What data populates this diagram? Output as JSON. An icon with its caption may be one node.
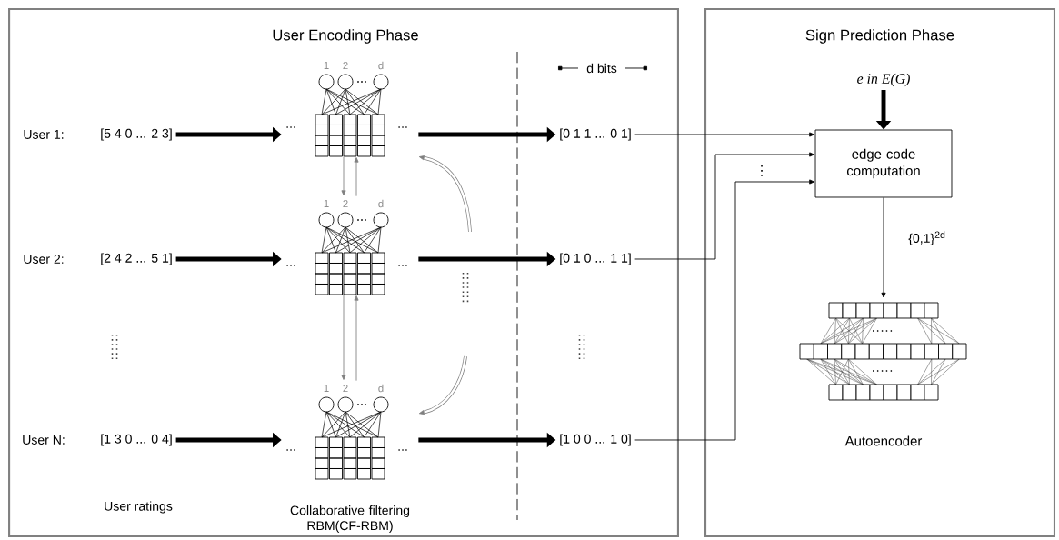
{
  "diagram": {
    "nodes": [
      {
        "text": [
          "User Encoding Phase"
        ]
      },
      {
        "text": [
          "Sign Prediction Phase"
        ]
      },
      {
        "text": [
          "[5 4 0 ... 2 3]"
        ],
        "in": 0
      },
      {
        "text": [
          "[2 4 2 ... 5 1]"
        ],
        "in": 0
      },
      {
        "text": [
          "[1 3 0 ... 0 4]"
        ],
        "in": 0
      },
      {
        "text": [],
        "shape": "picture",
        "in": 0
      },
      {
        "text": [],
        "shape": "picture",
        "in": 0
      },
      {
        "text": [],
        "shape": "picture",
        "in": 0
      },
      {
        "text": [
          "[0 1 1 ... 0 1]"
        ],
        "in": 0
      },
      {
        "text": [
          "[0 1 0 ... 1 1]"
        ],
        "in": 0
      },
      {
        "text": [
          "[1 0 0 ... 1 0]"
        ],
        "in": 0
      },
      {
        "text": [
          "e in E(G)"
        ],
        "in": 1
      },
      {
        "text": [
          "edge code computation"
        ],
        "in": 1
      },
      {
        "text": [],
        "shape": "picture",
        "in": 1,
        "beside": [
          "Autoencoder"
        ]
      }
    ],
    "edges": [
      {
        "from": 2,
        "to": 5,
        "arrow": "to"
      },
      {
        "from": 3,
        "to": 6,
        "arrow": "to"
      },
      {
        "from": 4,
        "to": 7,
        "arrow": "to"
      },
      {
        "from": 5,
        "to": 8,
        "arrow": "to"
      },
      {
        "from": 6,
        "to": 9,
        "arrow": "to"
      },
      {
        "from": 7,
        "to": 10,
        "arrow": "to"
      },
      {
        "from": 5,
        "to": 6,
        "arrow": "to",
        "color": "#808080"
      },
      {
        "from": 6,
        "to": 5,
        "arrow": "to",
        "color": "#808080"
      },
      {
        "from": 6,
        "to": 7,
        "arrow": "to",
        "color": "#808080"
      },
      {
        "from": 7,
        "to": 6,
        "arrow": "to",
        "color": "#808080"
      },
      {
        "from": null,
        "to": 5,
        "arrow": "to",
        "color": "#808080"
      },
      {
        "from": null,
        "to": 7,
        "arrow": "to",
        "color": "#808080"
      },
      {
        "from": 8,
        "to": 12,
        "arrow": "to"
      },
      {
        "from": 9,
        "to": 12,
        "arrow": "to"
      },
      {
        "from": 10,
        "to": 12,
        "arrow": "to"
      },
      {
        "from": 11,
        "to": 12,
        "arrow": "to"
      },
      {
        "from": 12,
        "to": 13,
        "arrow": "to",
        "label": "{0,1}$^{2d}$"
      }
    ],
    "labels": [
      "d bits",
      "1",
      "2",
      "d",
      "...",
      "...",
      "User 1:",
      "1",
      "2",
      "d",
      "...",
      "...",
      "User 2:",
      "1",
      "2",
      "d",
      "...",
      "...",
      "User N:",
      "User ratings",
      "Collaborative filtering RBM(CF-RBM)"
    ]
  }
}
